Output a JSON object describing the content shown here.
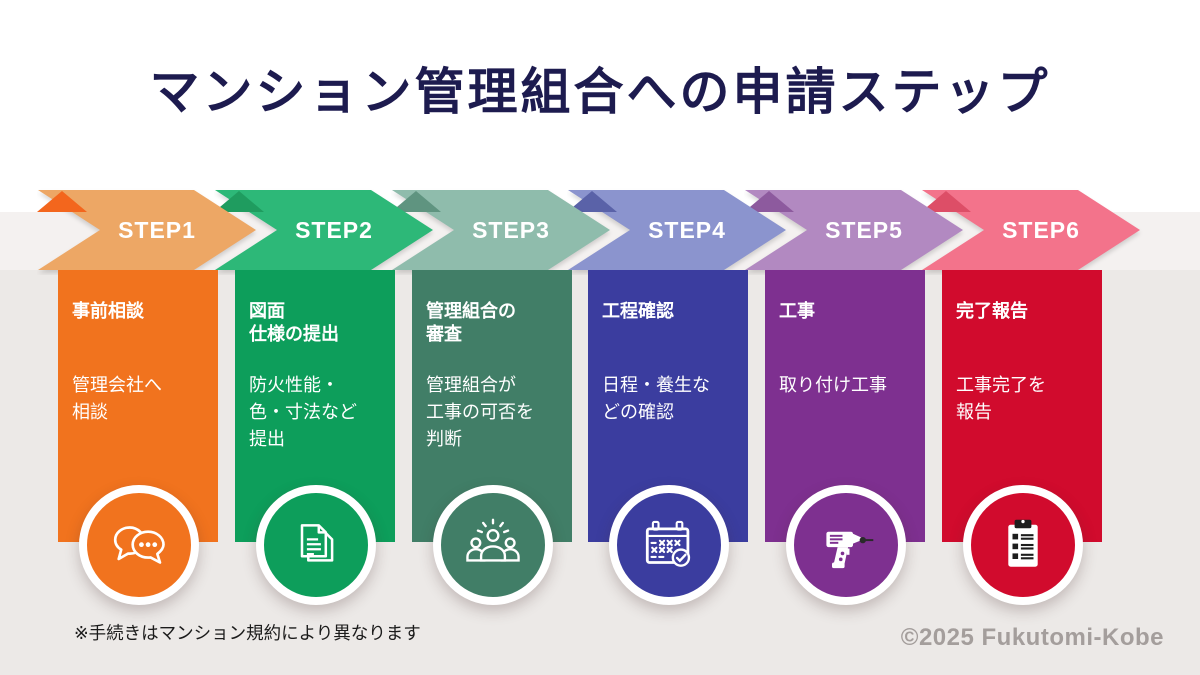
{
  "title": "マンション管理組合への申請ステップ",
  "note": "※手続きはマンション規約により異なります",
  "copyright": "©2025 Fukutomi-Kobe",
  "colors": {
    "background_top": "#ffffff",
    "background_strip": "#f4f1f0",
    "background_bottom": "#ece9e7",
    "title_text": "#1d1b4f",
    "note_text": "#1b1b1b",
    "copyright_text": "#a49e9c",
    "step_text": "#ffffff"
  },
  "steps": [
    {
      "label": "STEP1",
      "heading": "事前相談",
      "body": "管理会社へ\n相談",
      "icon": "chat-icon",
      "band_color": "#EDA765",
      "fold_color": "#F3661D",
      "column_color": "#F1731E"
    },
    {
      "label": "STEP2",
      "heading": "図面\n仕様の提出",
      "body": "防火性能・\n色・寸法など\n提出",
      "icon": "documents-icon",
      "band_color": "#2DB878",
      "fold_color": "#1F9C5F",
      "column_color": "#0D9E5B"
    },
    {
      "label": "STEP3",
      "heading": "管理組合の\n審査",
      "body": "管理組合が\n工事の可否を\n判断",
      "icon": "committee-icon",
      "band_color": "#8FBCAC",
      "fold_color": "#5F9480",
      "column_color": "#417E67"
    },
    {
      "label": "STEP4",
      "heading": "工程確認",
      "body": "日程・養生な\nどの確認",
      "icon": "calendar-icon",
      "band_color": "#8B94CE",
      "fold_color": "#5A62A8",
      "column_color": "#3B3D9F"
    },
    {
      "label": "STEP5",
      "heading": "工事",
      "body": "取り付け工事",
      "icon": "drill-icon",
      "band_color": "#B289C1",
      "fold_color": "#8D5A9E",
      "column_color": "#7E3090"
    },
    {
      "label": "STEP6",
      "heading": "完了報告",
      "body": "工事完了を\n報告",
      "icon": "clipboard-icon",
      "band_color": "#F3738B",
      "fold_color": "#DD4E67",
      "column_color": "#D10B2D"
    }
  ]
}
